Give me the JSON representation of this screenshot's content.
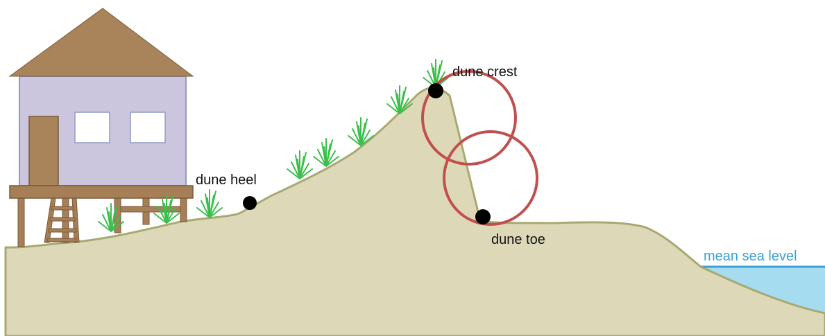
{
  "labels": {
    "dune_crest": "dune crest",
    "dune_heel": "dune heel",
    "dune_toe": "dune toe",
    "mean_sea_level": "mean sea level"
  },
  "colors": {
    "sand_fill": "#ddd9b8",
    "sand_outline": "#a8a970",
    "house_wall": "#cbc6de",
    "house_outline": "#8e9ac8",
    "roof": "#a9845a",
    "wood": "#a67f57",
    "wood_dark": "#7a5a3a",
    "grass": "#3bbf4a",
    "marker": "#000000",
    "circle": "#c0504d",
    "sea": "#a6dcf0",
    "sea_line": "#3aa0d6"
  },
  "icons": {
    "house": "stilt-house-icon",
    "grass": "dune-grass-icon"
  }
}
